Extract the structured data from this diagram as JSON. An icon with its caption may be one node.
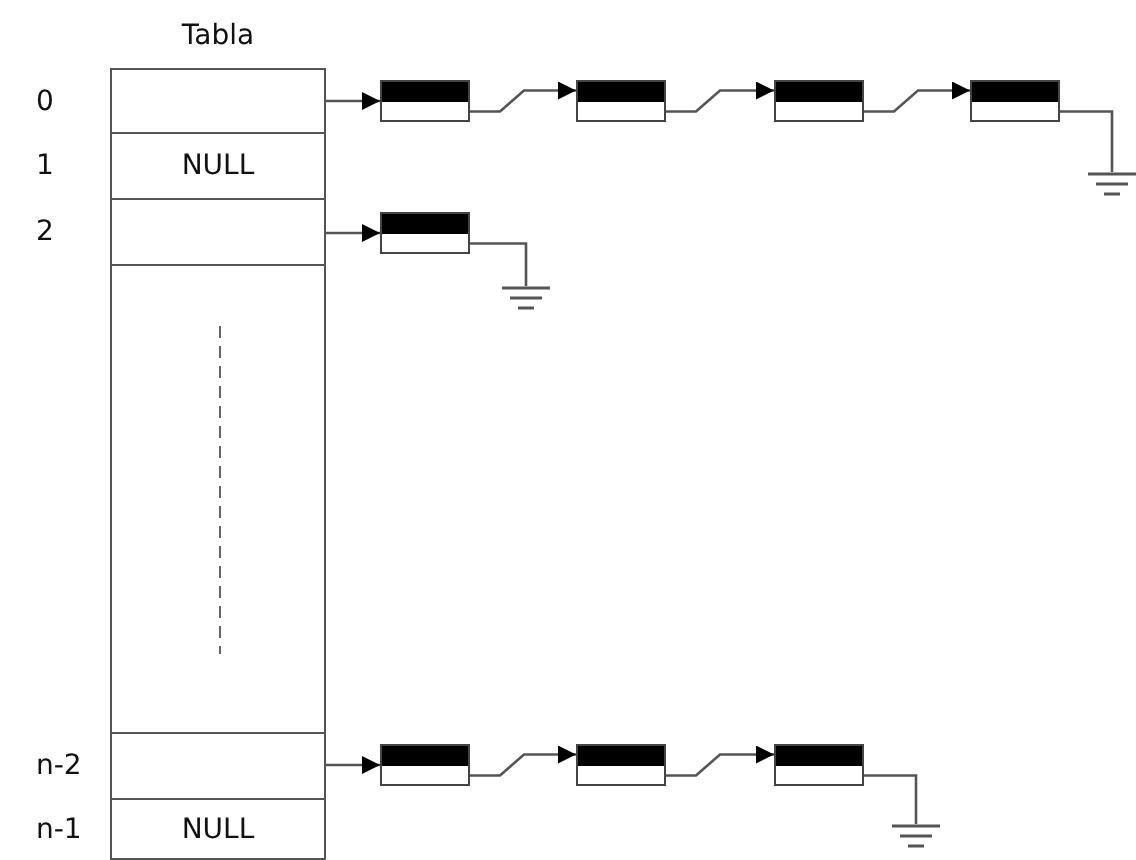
{
  "diagram": {
    "nodes": [
      {
        "text": [
          "Tabla"
        ]
      },
      {
        "text": [],
        "shape": "box",
        "in": 0,
        "beside": [
          "0"
        ]
      },
      {
        "text": [
          "NULL"
        ],
        "in": 0,
        "beside": [
          "1"
        ]
      },
      {
        "text": [],
        "shape": "box",
        "in": 0,
        "beside": [
          "2"
        ]
      },
      {
        "text": [],
        "shape": "box",
        "in": 0
      },
      {
        "text": [],
        "shape": "box",
        "in": 0,
        "beside": [
          "n-2"
        ]
      },
      {
        "text": [
          "NULL"
        ],
        "in": 0,
        "beside": [
          "n-1"
        ]
      },
      {
        "text": [],
        "shape": "box"
      },
      {
        "text": [],
        "shape": "box"
      },
      {
        "text": [],
        "shape": "box"
      },
      {
        "text": [],
        "shape": "box"
      },
      {
        "text": [],
        "shape": "ground"
      },
      {
        "text": [],
        "shape": "box"
      },
      {
        "text": [],
        "shape": "ground"
      },
      {
        "text": [],
        "shape": "box"
      },
      {
        "text": [],
        "shape": "box"
      },
      {
        "text": [],
        "shape": "box"
      },
      {
        "text": [],
        "shape": "ground"
      }
    ],
    "edges": [
      {
        "from": 1,
        "to": 7,
        "arrow": "to"
      },
      {
        "from": 7,
        "to": 8,
        "arrow": "to"
      },
      {
        "from": 8,
        "to": 9,
        "arrow": "to"
      },
      {
        "from": 9,
        "to": 10,
        "arrow": "to"
      },
      {
        "from": 10,
        "to": 11,
        "arrow": "none"
      },
      {
        "from": 3,
        "to": 12,
        "arrow": "to"
      },
      {
        "from": 12,
        "to": 13,
        "arrow": "none"
      },
      {
        "from": 5,
        "to": 14,
        "arrow": "to"
      },
      {
        "from": 14,
        "to": 15,
        "arrow": "to"
      },
      {
        "from": 15,
        "to": 16,
        "arrow": "to"
      },
      {
        "from": 16,
        "to": 17,
        "arrow": "none"
      }
    ]
  }
}
